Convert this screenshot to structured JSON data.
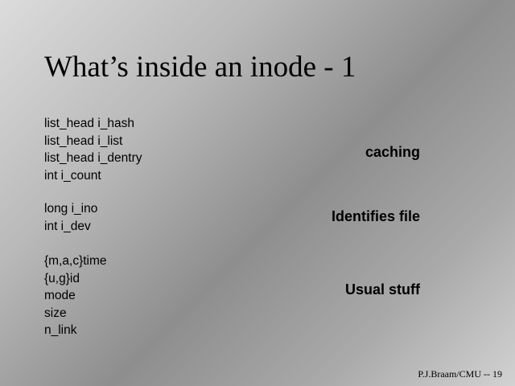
{
  "slide": {
    "title": "What’s inside an inode - 1",
    "groups": [
      {
        "fields": [
          "list_head i_hash",
          "list_head i_list",
          "list_head i_dentry",
          "int i_count"
        ],
        "description": "caching"
      },
      {
        "fields": [
          "long i_ino",
          "int i_dev"
        ],
        "description": "Identifies file"
      },
      {
        "fields": [
          "{m,a,c}time",
          "{u,g}id",
          "mode",
          "size",
          "n_link"
        ],
        "description": "Usual stuff"
      }
    ],
    "footer": "P.J.Braam/CMU -- 19"
  }
}
